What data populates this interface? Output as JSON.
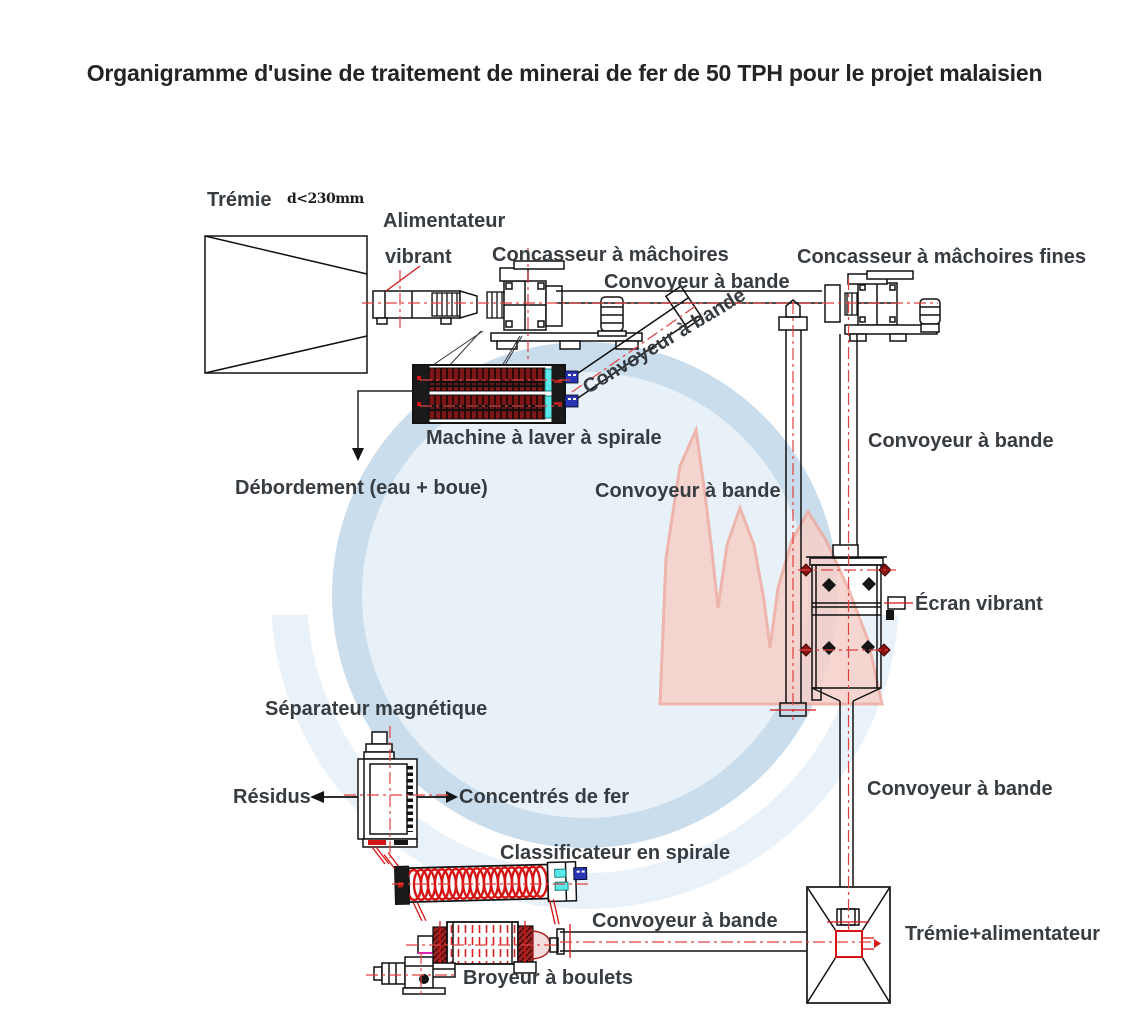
{
  "title": "Organigramme d'usine de traitement de minerai de fer de 50 TPH pour le projet malaisien",
  "labels": {
    "hopper": "Trémie",
    "hopper_size": "d<230mm",
    "feeder_line1": "Alimentateur",
    "feeder_line2": "vibrant",
    "jaw_crusher": "Concasseur à mâchoires",
    "fine_jaw_crusher": "Concasseur à mâchoires fines",
    "belt_conveyor": "Convoyeur à bande",
    "spiral_washer": "Machine à laver à spirale",
    "overflow": "Débordement (eau + boue)",
    "vibrating_screen": "Écran vibrant",
    "magnetic_separator": "Séparateur magnétique",
    "tailings": "Résidus",
    "iron_concentrates": "Concentrés de fer",
    "spiral_classifier": "Classificateur en spirale",
    "ball_mill": "Broyeur à boulets",
    "hopper_feeder": "Trémie+alimentateur"
  },
  "colors": {
    "outline": "#111111",
    "label_text": "#373c41",
    "title_text": "#222426",
    "centerline_red": "#e04040",
    "equipment_red": "#d51414",
    "dark_red": "#821616",
    "cyan_accent": "#5ae8e8",
    "blue_accent": "#2a35b4",
    "magenta_accent": "#e020c0",
    "watermark_blue": "#cadded",
    "watermark_blue_fill": "#e9f1f8",
    "watermark_pink": "#f6d0c9",
    "watermark_pink_edge": "#eeab9f"
  }
}
